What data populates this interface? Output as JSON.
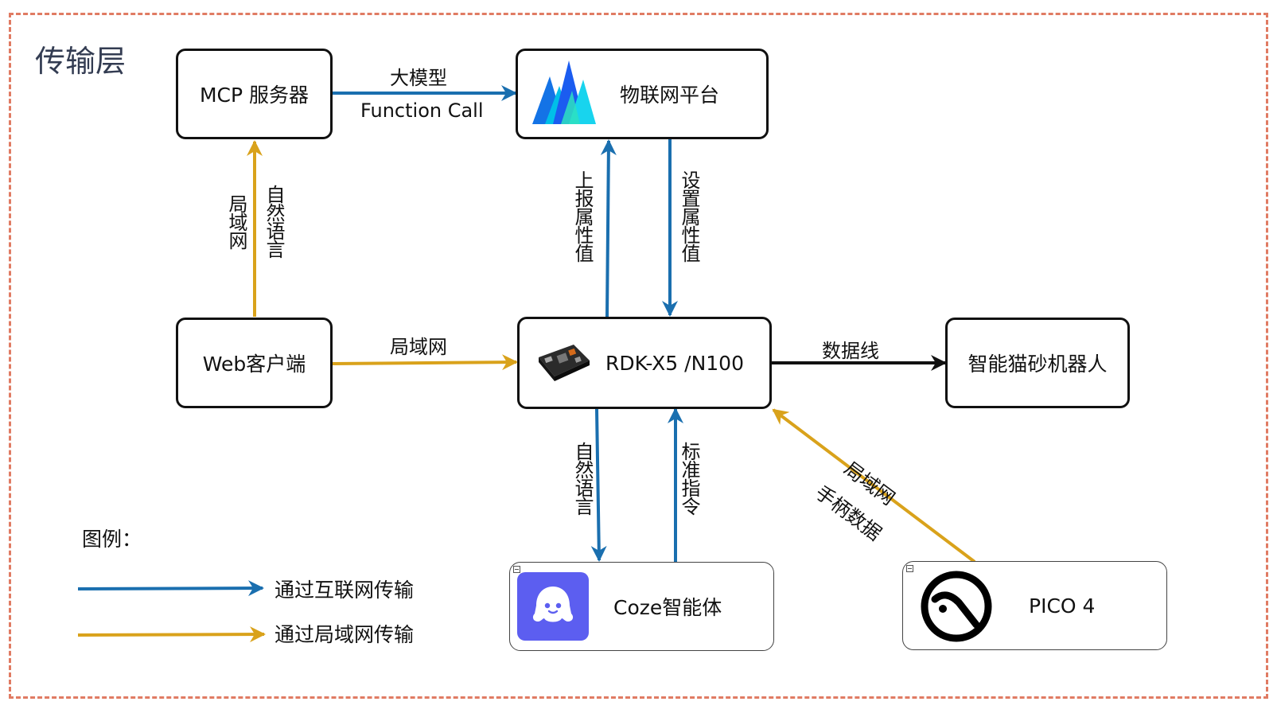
{
  "layer_title": "传输层",
  "nodes": {
    "mcp": "MCP 服务器",
    "iot": "物联网平台",
    "web": "Web客户端",
    "rdk": "RDK-X5 /N100",
    "robot": "智能猫砂机器人",
    "coze": "Coze智能体",
    "pico": "PICO 4"
  },
  "edges": {
    "mcp_to_iot_top": "大模型",
    "mcp_to_iot_bottom": "Function Call",
    "web_to_mcp_left": "局域网",
    "web_to_mcp_right": "自然语言",
    "rdk_to_iot": "上报属性值",
    "iot_to_rdk": "设置属性值",
    "web_to_rdk": "局域网",
    "rdk_to_robot": "数据线",
    "rdk_to_coze": "自然语言",
    "coze_to_rdk": "标准指令",
    "pico_to_rdk_top": "局域网",
    "pico_to_rdk_bottom": "手柄数据"
  },
  "legend": {
    "title": "图例：",
    "internet": "通过互联网传输",
    "lan": "通过局域网传输"
  },
  "colors": {
    "internet": "#1a6faf",
    "lan": "#d9a21b",
    "wired": "#111111",
    "frame": "#e07b63"
  },
  "icons": [
    "mountain-logo-icon",
    "dev-board-icon",
    "coze-ghost-icon",
    "pico-logo-icon"
  ]
}
